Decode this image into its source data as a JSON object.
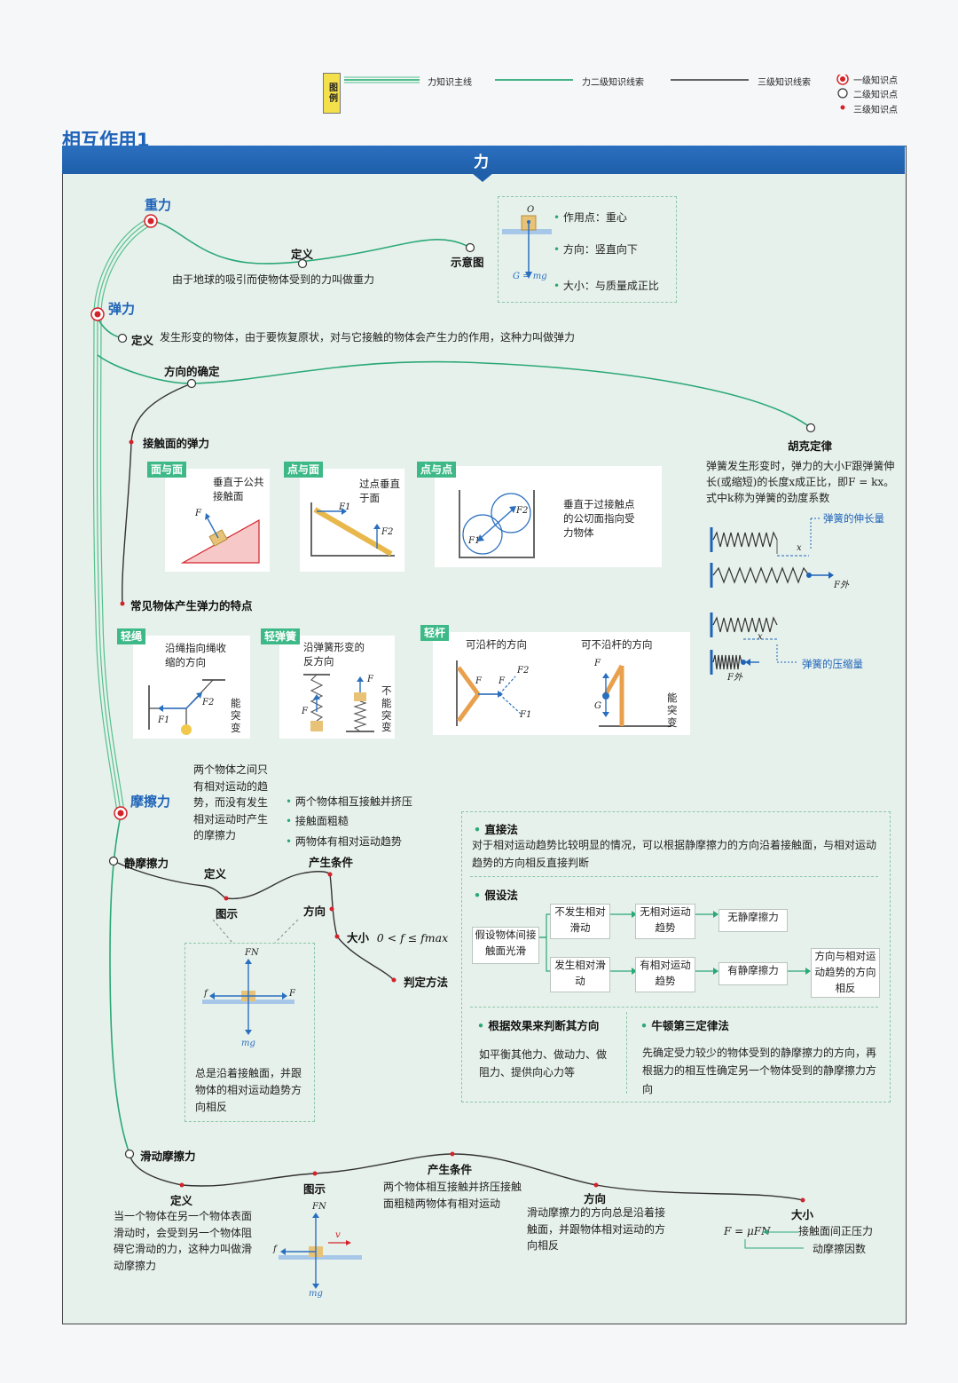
{
  "legend": {
    "label": "图例",
    "main": "力知识主线",
    "level2": "力二级知识线索",
    "level3": "三级知识线索",
    "point1": "一级知识点",
    "point2": "二级知识点",
    "point3": "三级知识点"
  },
  "page_title": "相互作用1",
  "header": "力",
  "gravity": {
    "title": "重力",
    "definition_label": "定义",
    "definition_text": "由于地球的吸引而使物体受到的力叫做重力",
    "diagram_label": "示意图",
    "point_o": "O",
    "formula": "G = mg",
    "act_point": "作用点：重心",
    "direction": "方向：竖直向下",
    "magnitude": "大小：与质量成正比"
  },
  "elastic": {
    "title": "弹力",
    "definition_label": "定义",
    "definition_text": "发生形变的物体，由于要恢复原状，对与它接触的物体会产生力的作用，这种力叫做弹力",
    "direction_label": "方向的确定",
    "contact_label": "接触面的弹力",
    "common_label": "常见物体产生弹力的特点",
    "face_face": {
      "tag": "面与面",
      "text": "垂直于公共接触面",
      "f": "F"
    },
    "point_face": {
      "tag": "点与面",
      "text": "过点垂直于面",
      "f1": "F1",
      "f2": "F2"
    },
    "point_point": {
      "tag": "点与点",
      "text": "垂直于过接触点的公切面指向受力物体",
      "f1": "F1",
      "f2": "F2"
    },
    "rope": {
      "tag": "轻绳",
      "text": "沿绳指向绳收缩的方向",
      "side": "能突变",
      "f1": "F1",
      "f2": "F2"
    },
    "spring": {
      "tag": "轻弹簧",
      "text": "沿弹簧形变的反方向",
      "side": "不能突变",
      "f": "F"
    },
    "rod": {
      "tag": "轻杆",
      "text1": "可沿杆的方向",
      "text2": "可不沿杆的方向",
      "side": "能突变",
      "f": "F",
      "f1": "F1",
      "f2": "F2",
      "g": "G"
    },
    "hooke": {
      "title": "胡克定律",
      "text": "弹簧发生形变时，弹力的大小F跟弹簧伸长(或缩短)的长度x成正比，即F = kx。式中k称为弹簧的劲度系数",
      "stretch": "弹簧的伸长量",
      "compress": "弹簧的压缩量",
      "x": "x",
      "fout": "F外"
    }
  },
  "friction": {
    "title": "摩擦力",
    "intro": "两个物体之间只有相对运动的趋势，而没有发生相对运动时产生的摩擦力",
    "static": {
      "title": "静摩擦力",
      "definition_label": "定义",
      "diagram_label": "图示",
      "direction_label": "方向",
      "size_label": "大小",
      "size_formula": "0 < f ≤ fmax",
      "method_label": "判定方法",
      "condition_label": "产生条件",
      "conditions": [
        "两个物体相互接触并挤压",
        "接触面粗糙",
        "两物体有相对运动趋势"
      ],
      "diagram_text": "总是沿着接触面，并跟物体的相对运动趋势方向相反",
      "fn": "FN",
      "f": "f",
      "F": "F",
      "mg": "mg"
    },
    "methods": {
      "direct_title": "直接法",
      "direct_text": "对于相对运动趋势比较明显的情况，可以根据静摩擦力的方向沿着接触面，与相对运动趋势的方向相反直接判断",
      "assume_title": "假设法",
      "assume_start": "假设物体间接触面光滑",
      "no_slide": "不发生相对滑动",
      "no_trend": "无相对运动趋势",
      "no_friction": "无静摩擦力",
      "slide": "发生相对滑动",
      "trend": "有相对运动趋势",
      "has_friction": "有静摩擦力",
      "opposite": "方向与相对运动趋势的方向相反",
      "effect_title": "根据效果来判断其方向",
      "effect_text": "如平衡其他力、做动力、做阻力、提供向心力等",
      "newton_title": "牛顿第三定律法",
      "newton_text": "先确定受力较少的物体受到的静摩擦力的方向，再根据力的相互性确定另一个物体受到的静摩擦力方向"
    },
    "sliding": {
      "title": "滑动摩擦力",
      "definition_label": "定义",
      "definition_text": "当一个物体在另一个物体表面滑动时，会受到另一个物体阻碍它滑动的力，这种力叫做滑动摩擦力",
      "diagram_label": "图示",
      "condition_label": "产生条件",
      "conditions_text": "两个物体相互接触并挤压接触面粗糙两物体有相对运动",
      "direction_label": "方向",
      "direction_text": "滑动摩擦力的方向总是沿着接触面，并跟物体相对运动的方向相反",
      "size_label": "大小",
      "formula": "F = μFN",
      "pressure": "接触面间正压力",
      "coef": "动摩擦因数",
      "fn": "FN",
      "f": "f",
      "v": "v",
      "mg": "mg"
    }
  }
}
